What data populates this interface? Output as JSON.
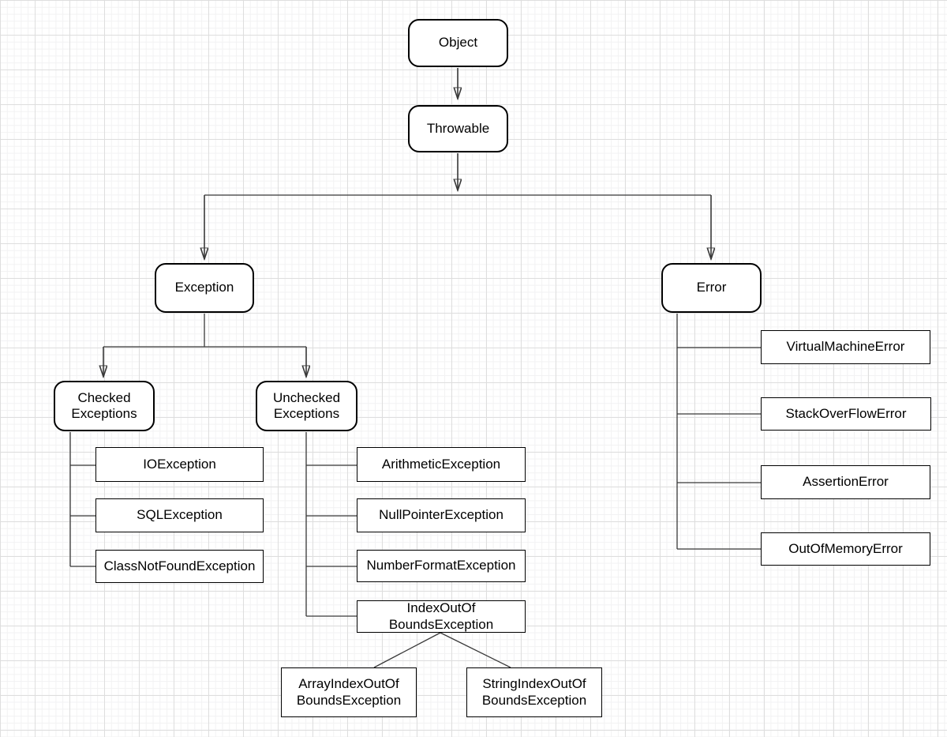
{
  "diagram": {
    "type": "flowchart-hierarchy",
    "palette": {
      "background": "#ffffff",
      "node_fill": "#ffffff",
      "node_border": "#000000",
      "connector": "#383838",
      "grid_minor": "#f2f2f3",
      "grid_major": "#dedede",
      "text": "#000000"
    }
  },
  "nodes": {
    "object": {
      "label": "Object",
      "shape": "rounded"
    },
    "throwable": {
      "label": "Throwable",
      "shape": "rounded"
    },
    "exception": {
      "label": "Exception",
      "shape": "rounded"
    },
    "error": {
      "label": "Error",
      "shape": "rounded"
    },
    "checked": {
      "label": "Checked\nExceptions",
      "shape": "rounded"
    },
    "unchecked": {
      "label": "Unchecked\nExceptions",
      "shape": "rounded"
    },
    "ioexception": {
      "label": "IOException",
      "shape": "rect"
    },
    "sqlexception": {
      "label": "SQLException",
      "shape": "rect"
    },
    "classnotfound": {
      "label": "ClassNotFoundException",
      "shape": "rect"
    },
    "arithmetic": {
      "label": "ArithmeticException",
      "shape": "rect"
    },
    "nullpointer": {
      "label": "NullPointerException",
      "shape": "rect"
    },
    "numberformat": {
      "label": "NumberFormatException",
      "shape": "rect"
    },
    "indexoutof": {
      "label": "IndexOutOf\nBoundsException",
      "shape": "rect"
    },
    "arrayindex": {
      "label": "ArrayIndexOutOf\nBoundsException",
      "shape": "rect"
    },
    "stringindex": {
      "label": "StringIndexOutOf\nBoundsException",
      "shape": "rect"
    },
    "virtualmachine": {
      "label": "VirtualMachineError",
      "shape": "rect"
    },
    "stackoverflow": {
      "label": "StackOverFlowError",
      "shape": "rect"
    },
    "assertion": {
      "label": "AssertionError",
      "shape": "rect"
    },
    "outofmemory": {
      "label": "OutOfMemoryError",
      "shape": "rect"
    }
  },
  "edges": [
    {
      "from": "object",
      "to": "throwable",
      "style": "arrow"
    },
    {
      "from": "throwable",
      "to": "exception",
      "style": "arrow"
    },
    {
      "from": "throwable",
      "to": "error",
      "style": "arrow"
    },
    {
      "from": "exception",
      "to": "checked",
      "style": "arrow"
    },
    {
      "from": "exception",
      "to": "unchecked",
      "style": "arrow"
    },
    {
      "from": "checked",
      "to": "ioexception",
      "style": "plain"
    },
    {
      "from": "checked",
      "to": "sqlexception",
      "style": "plain"
    },
    {
      "from": "checked",
      "to": "classnotfound",
      "style": "plain"
    },
    {
      "from": "unchecked",
      "to": "arithmetic",
      "style": "plain"
    },
    {
      "from": "unchecked",
      "to": "nullpointer",
      "style": "plain"
    },
    {
      "from": "unchecked",
      "to": "numberformat",
      "style": "plain"
    },
    {
      "from": "unchecked",
      "to": "indexoutof",
      "style": "plain"
    },
    {
      "from": "indexoutof",
      "to": "arrayindex",
      "style": "plain-diagonal"
    },
    {
      "from": "indexoutof",
      "to": "stringindex",
      "style": "plain-diagonal"
    },
    {
      "from": "error",
      "to": "virtualmachine",
      "style": "plain"
    },
    {
      "from": "error",
      "to": "stackoverflow",
      "style": "plain"
    },
    {
      "from": "error",
      "to": "assertion",
      "style": "plain"
    },
    {
      "from": "error",
      "to": "outofmemory",
      "style": "plain"
    }
  ]
}
